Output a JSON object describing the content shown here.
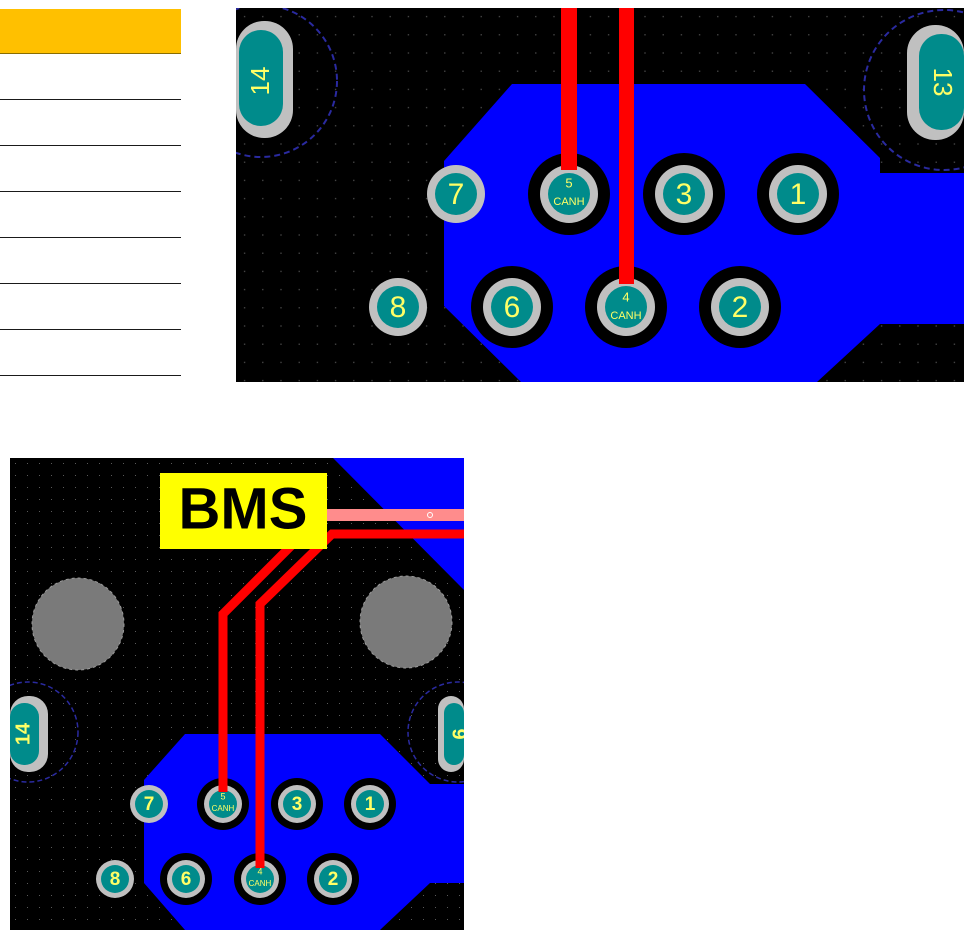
{
  "table": {
    "rows": 7
  },
  "colors": {
    "board": "#000000",
    "copper_pour": "#0000ff",
    "trace": "#ff0000",
    "highlight_trace": "#ff8c8c",
    "pad_ring": "#c0c0c0",
    "pad_fill": "#008b8b",
    "pad_text": "#ffff66",
    "keepout": "#7a7a7a",
    "silk_label_bg": "#ffff00"
  },
  "top_view": {
    "mounting_holes": [
      "14",
      "13"
    ],
    "pads": [
      {
        "num": "7"
      },
      {
        "num": "5",
        "net": "CANH"
      },
      {
        "num": "3"
      },
      {
        "num": "1"
      },
      {
        "num": "8"
      },
      {
        "num": "6"
      },
      {
        "num": "4",
        "net": "CANH"
      },
      {
        "num": "2"
      }
    ]
  },
  "bottom_view": {
    "label": "BMS",
    "mounting_holes": [
      "14",
      "9"
    ],
    "pads": [
      {
        "num": "7"
      },
      {
        "num": "5",
        "net": "CANH"
      },
      {
        "num": "3"
      },
      {
        "num": "1"
      },
      {
        "num": "8"
      },
      {
        "num": "6"
      },
      {
        "num": "4",
        "net": "CANH"
      },
      {
        "num": "2"
      }
    ]
  }
}
